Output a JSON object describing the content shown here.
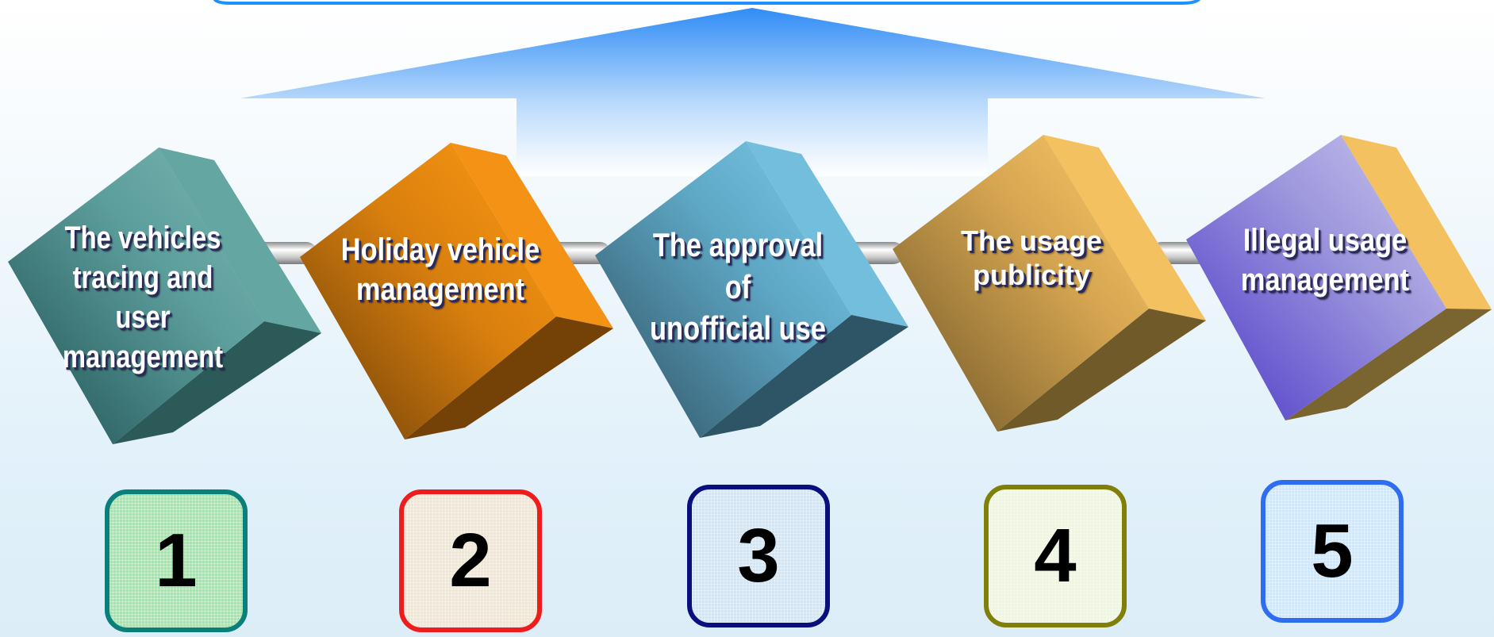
{
  "steps": [
    {
      "label": "The vehicles\ntracing  and user\nmanagement",
      "number": "1",
      "cube_color": "#6aaeaa",
      "badge_border": "#0b7f7a",
      "badge_fill": "#9fe6a8"
    },
    {
      "label": "Holiday vehicle\nmanagement",
      "number": "2",
      "cube_color": "#f39214",
      "badge_border": "#ee1c1c",
      "badge_fill": "#efe6d6"
    },
    {
      "label": "The approval of\nunofficial  use",
      "number": "3",
      "cube_color": "#72bedc",
      "badge_border": "#0a0f7e",
      "badge_fill": "#cfe6f8"
    },
    {
      "label": "The usage\npublicity",
      "number": "4",
      "cube_color": "#f4c160",
      "badge_border": "#7f7f0a",
      "badge_fill": "#eef6dc"
    },
    {
      "label": "Illegal usage\nmanagement",
      "number": "5",
      "cube_color": "#a9a7e2",
      "badge_border": "#2e6cf0",
      "badge_fill": "#cfe7fa"
    }
  ],
  "colors": {
    "arrow_top": "#2f8cf6",
    "arrow_bottom": "#ffffff",
    "top_bar": "#1e90ff",
    "connector": "#b9b9b9"
  }
}
